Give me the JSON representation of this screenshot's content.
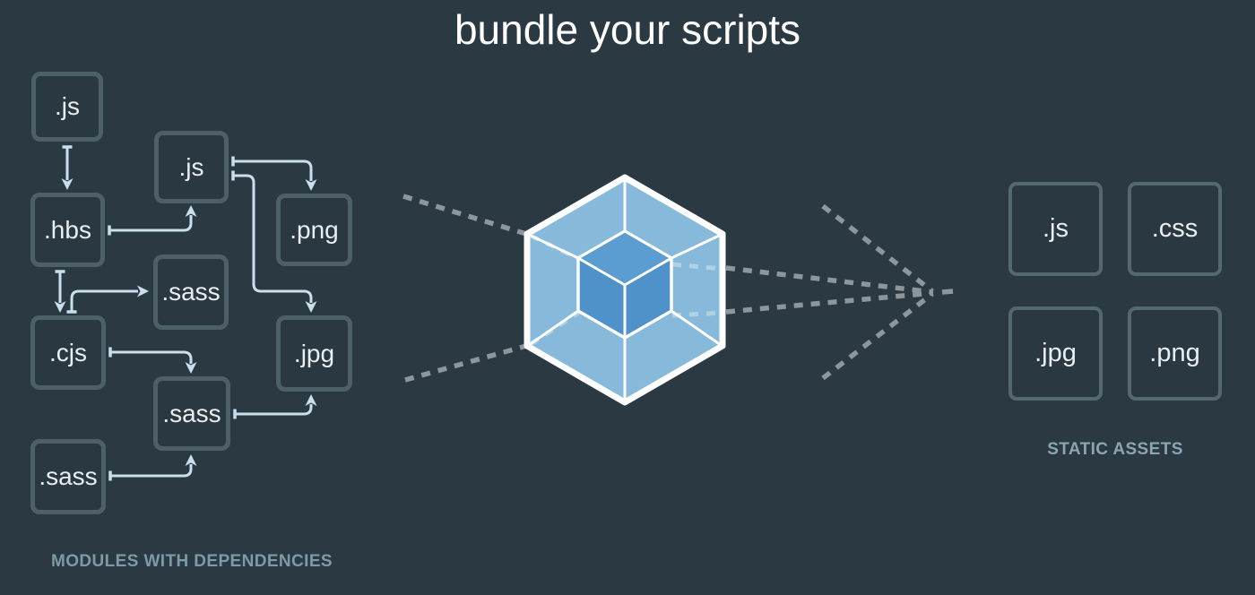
{
  "title": "bundle your scripts",
  "left_panel": {
    "caption": "MODULES WITH DEPENDENCIES",
    "modules": [
      {
        "id": "js-1",
        "label": ".js"
      },
      {
        "id": "hbs",
        "label": ".hbs"
      },
      {
        "id": "cjs",
        "label": ".cjs"
      },
      {
        "id": "sass-3",
        "label": ".sass"
      },
      {
        "id": "js-2",
        "label": ".js"
      },
      {
        "id": "sass-1",
        "label": ".sass"
      },
      {
        "id": "sass-2",
        "label": ".sass"
      },
      {
        "id": "png",
        "label": ".png"
      },
      {
        "id": "jpg",
        "label": ".jpg"
      }
    ],
    "dependencies": [
      {
        "from": "js-1",
        "to": "hbs"
      },
      {
        "from": "hbs",
        "to": "js-2"
      },
      {
        "from": "hbs",
        "to": "cjs"
      },
      {
        "from": "cjs",
        "to": "sass-1"
      },
      {
        "from": "cjs",
        "to": "sass-2"
      },
      {
        "from": "sass-3",
        "to": "sass-2"
      },
      {
        "from": "js-2",
        "to": "png"
      },
      {
        "from": "js-2",
        "to": "jpg"
      },
      {
        "from": "sass-2",
        "to": "jpg"
      }
    ]
  },
  "right_panel": {
    "caption": "STATIC ASSETS",
    "assets": [
      {
        "id": "out-js",
        "label": ".js"
      },
      {
        "id": "out-css",
        "label": ".css"
      },
      {
        "id": "out-jpg",
        "label": ".jpg"
      },
      {
        "id": "out-png",
        "label": ".png"
      }
    ]
  },
  "logo": {
    "name": "webpack-cube"
  },
  "colors": {
    "background": "#2b3a42",
    "title_text": "#ffffff",
    "box_text": "#e9eef2",
    "module_box_border": "#4d5f69",
    "asset_box_border": "#546871",
    "connector": "#c9dfec",
    "flow_dash": "#8d969c",
    "flow_dash_inner": "#bdd9e8",
    "hexagon_fill": "#87b9da",
    "cube_fill": "#4f92c9",
    "cube_top_fill": "#5b9dd1",
    "logo_stroke": "#ffffff",
    "left_caption": "#7e99a8",
    "right_caption": "#8aa5b3"
  }
}
